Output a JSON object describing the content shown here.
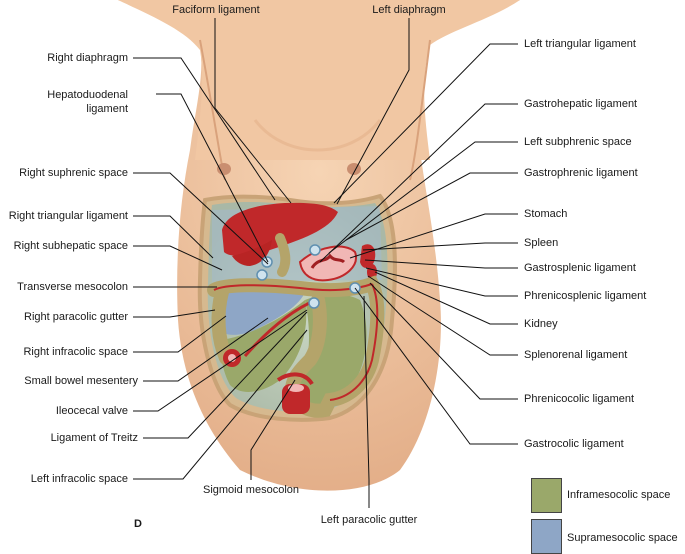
{
  "panel_letter": "D",
  "labels": {
    "faciform_ligament": "Faciform ligament",
    "left_diaphragm": "Left diaphragm",
    "right_diaphragm": "Right diaphragm",
    "hepatoduodenal_ligament_1": "Hepatoduodenal",
    "hepatoduodenal_ligament_2": "ligament",
    "right_suphrenic_space": "Right suphrenic space",
    "right_triangular_ligament": "Right triangular ligament",
    "right_subhepatic_space": "Right subhepatic space",
    "transverse_mesocolon": "Transverse mesocolon",
    "right_paracolic_gutter": "Right paracolic gutter",
    "right_infracolic_space": "Right infracolic space",
    "small_bowel_mesentery": "Small bowel mesentery",
    "ileocecal_valve": "Ileocecal valve",
    "ligament_of_treitz": "Ligament of Treitz",
    "left_infracolic_space": "Left infracolic space",
    "sigmoid_mesocolon": "Sigmoid mesocolon",
    "left_paracolic_gutter": "Left paracolic gutter",
    "left_triangular_ligament": "Left triangular ligament",
    "gastrohepatic_ligament": "Gastrohepatic ligament",
    "left_subphrenic_space": "Left subphrenic space",
    "gastrophrenic_ligament": "Gastrophrenic ligament",
    "stomach": "Stomach",
    "spleen": "Spleen",
    "gastrosplenic_ligament": "Gastrosplenic ligament",
    "phrenicosplenic_ligament": "Phrenicosplenic ligament",
    "kidney": "Kidney",
    "splenorenal_ligament": "Splenorenal ligament",
    "phrenicocolic_ligament": "Phrenicocolic ligament",
    "gastrocolic_ligament": "Gastrocolic ligament"
  },
  "legend": [
    {
      "label": "Inframesocolic space",
      "color": "#9aa86a"
    },
    {
      "label": "Supramesocolic space",
      "color": "#8ea6c6"
    }
  ],
  "colors": {
    "skin": "#f2c9a6",
    "skin_shadow": "#e3ad86",
    "cavity_rim": "#d8b890",
    "organ_red": "#c0282a",
    "bowel_tan": "#b4a46a",
    "leader": "#111111"
  }
}
